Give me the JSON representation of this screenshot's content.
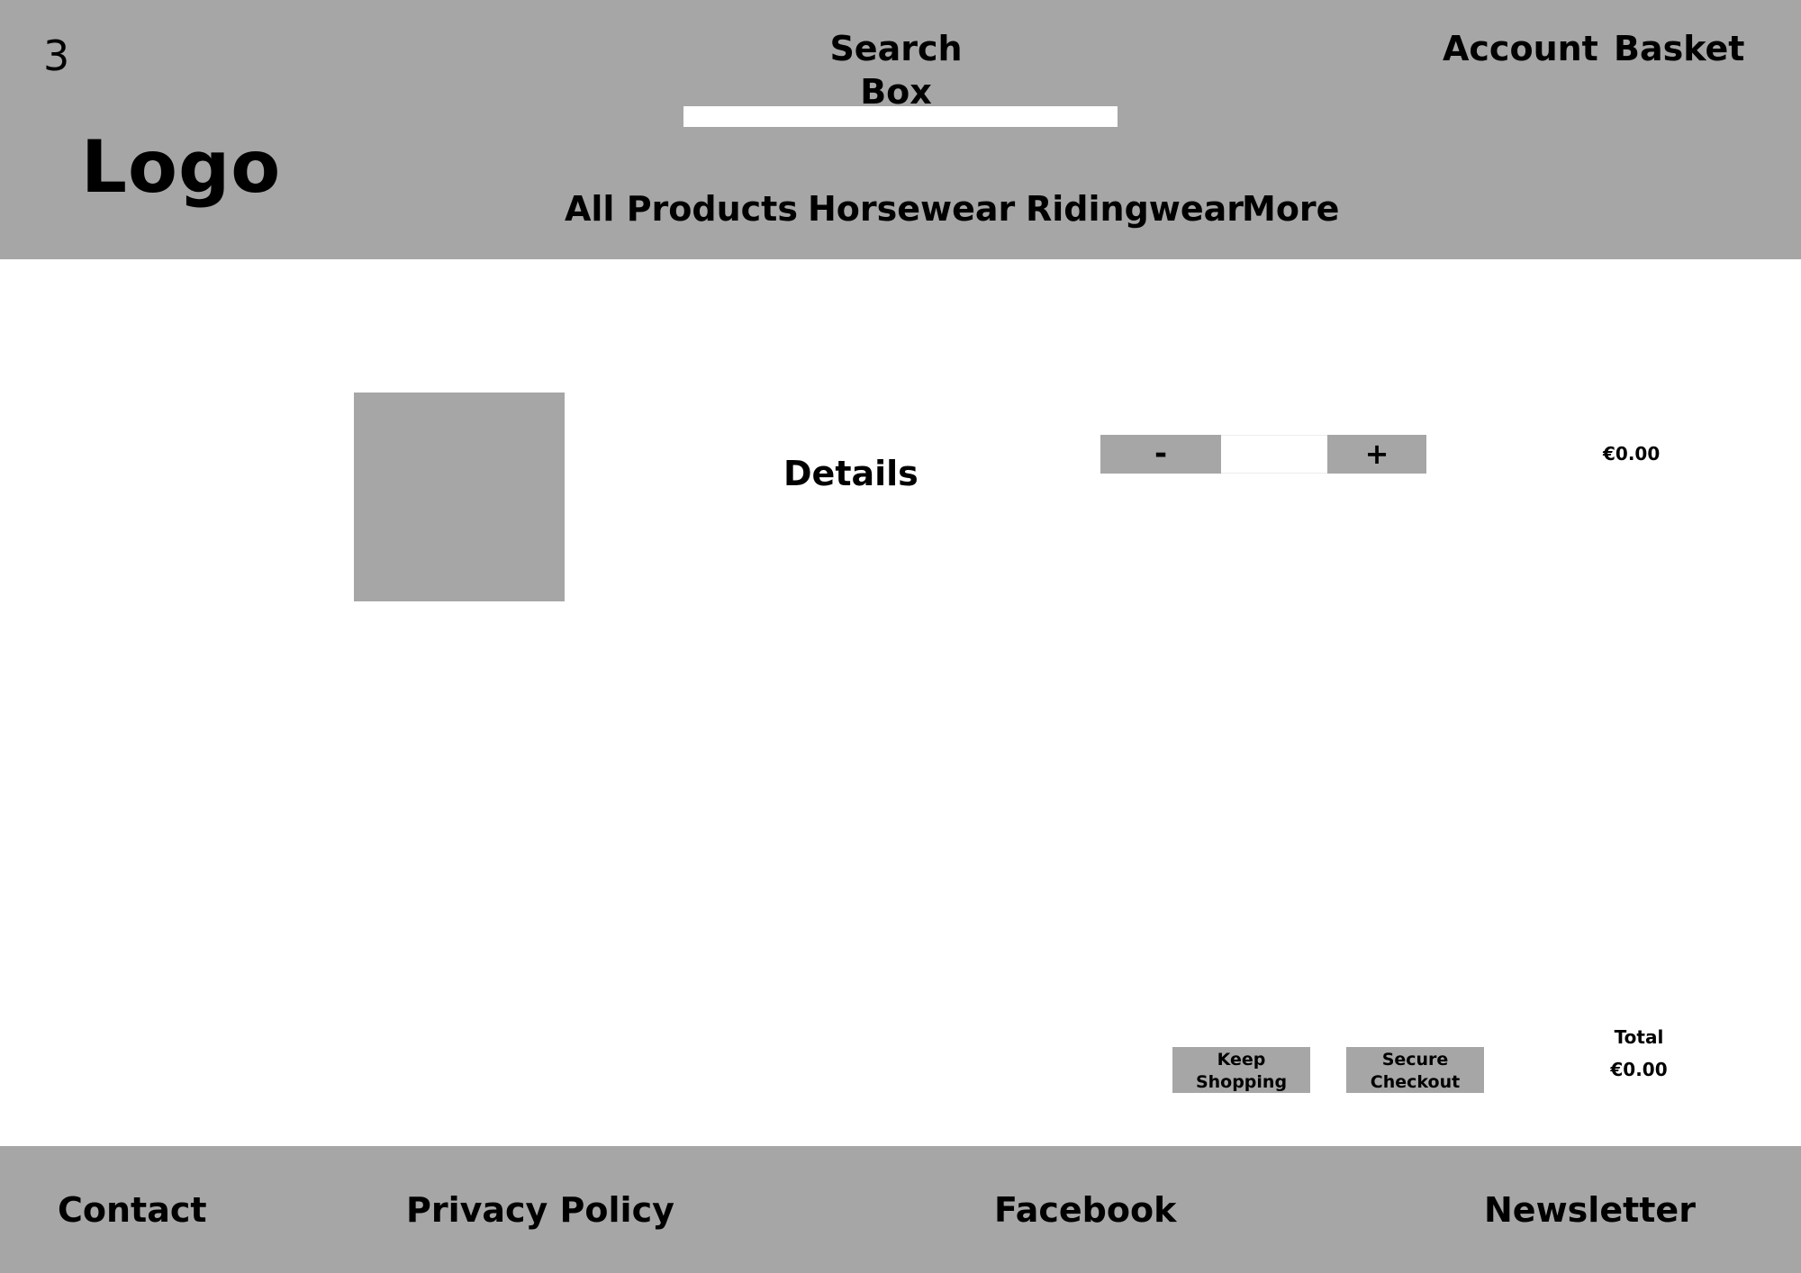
{
  "header": {
    "page_number": "3",
    "logo_text": "Logo",
    "search_label": "Search Box",
    "search_placeholder": "",
    "account_label": "Account",
    "basket_label": "Basket",
    "nav": [
      "All Products",
      "Horsewear",
      "Ridingwear",
      "More"
    ]
  },
  "basket": {
    "item": {
      "details_label": "Details",
      "minus_label": "-",
      "plus_label": "+",
      "quantity": "",
      "price": "€0.00"
    },
    "keep_shopping_label": "Keep Shopping",
    "secure_checkout_label": "Secure Checkout",
    "total_label": "Total",
    "total_value": "€0.00"
  },
  "footer": {
    "links": [
      "Contact",
      "Privacy Policy",
      "Facebook",
      "Newsletter"
    ]
  },
  "colors": {
    "placeholder_gray": "#a6a6a6",
    "background": "#ffffff",
    "text": "#000000"
  }
}
